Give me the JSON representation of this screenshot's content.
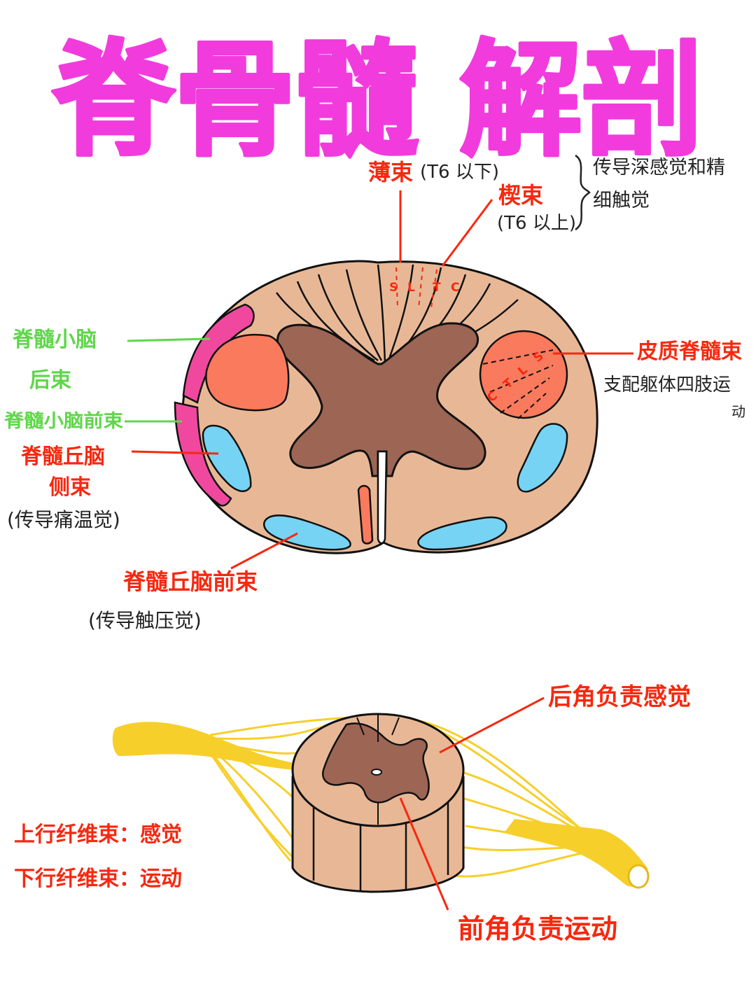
{
  "title": "脊骨髓 解剖",
  "colors": {
    "title": "#f23bdd",
    "label_red": "#f7280f",
    "label_green": "#5fd64a",
    "label_black": "#222222",
    "white_matter": "#e8b896",
    "gray_matter": "#9c6554",
    "tract_pink": "#f0489f",
    "tract_salmon": "#fa7a5e",
    "tract_blue": "#76d3f4",
    "nerve_yellow": "#f7cf2a",
    "outline": "#111111"
  },
  "cross_section": {
    "fasciculus_gracilis": {
      "name": "薄束",
      "note": "(T6 以下)"
    },
    "fasciculus_cuneatus": {
      "name": "楔束",
      "note": "(T6 以上)"
    },
    "dorsal_column_function": [
      "传导深感觉和精",
      "细触觉"
    ],
    "dorsal_column_letters": [
      "S",
      "L",
      "T",
      "C"
    ],
    "corticospinal": {
      "name": "皮质脊髓束",
      "function": [
        "支配躯体四肢运",
        "动"
      ]
    },
    "corticospinal_letters": [
      "C",
      "T",
      "L",
      "S"
    ],
    "posterior_spinocerebellar": {
      "name": [
        "脊髓小脑",
        "后束"
      ]
    },
    "anterior_spinocerebellar": {
      "name": "脊髓小脑前束"
    },
    "lateral_spinothalamic": {
      "name": [
        "脊髓丘脑",
        "侧束"
      ],
      "function": "(传导痛温觉)"
    },
    "anterior_spinothalamic": {
      "name": "脊髓丘脑前束",
      "function": "(传导触压觉)"
    }
  },
  "segment": {
    "posterior_horn": "后角负责感觉",
    "anterior_horn": "前角负责运动",
    "ascending": "上行纤维束：感觉",
    "descending": "下行纤维束：运动"
  }
}
